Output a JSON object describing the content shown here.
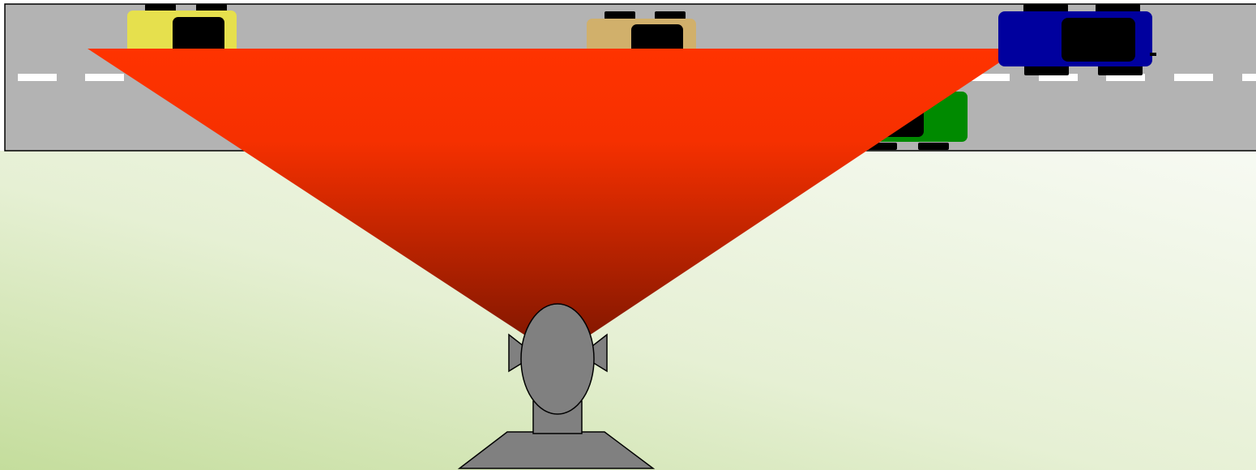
{
  "scene": {
    "description_visible_text": "",
    "colors": {
      "road": "#b3b3b3",
      "road_border": "#000000",
      "lane_marking": "#ffffff",
      "ground_top": "#f7faf3",
      "ground_bottom": "#c4dd9c",
      "view_cone_top": "#ff3300",
      "view_cone_bottom": "#7a1500",
      "observer": "#808080",
      "observer_outline": "#000000",
      "wheel": "#000000",
      "window": "#000000"
    },
    "cars": [
      {
        "name": "yellow-car",
        "color": "#e6e04d"
      },
      {
        "name": "tan-car",
        "color": "#d1b06b"
      },
      {
        "name": "blue-car",
        "color": "#00009e"
      },
      {
        "name": "green-car",
        "color": "#008a00"
      }
    ],
    "icons": [
      "road",
      "car",
      "observer-head",
      "field-of-view-cone",
      "pedestal"
    ]
  }
}
